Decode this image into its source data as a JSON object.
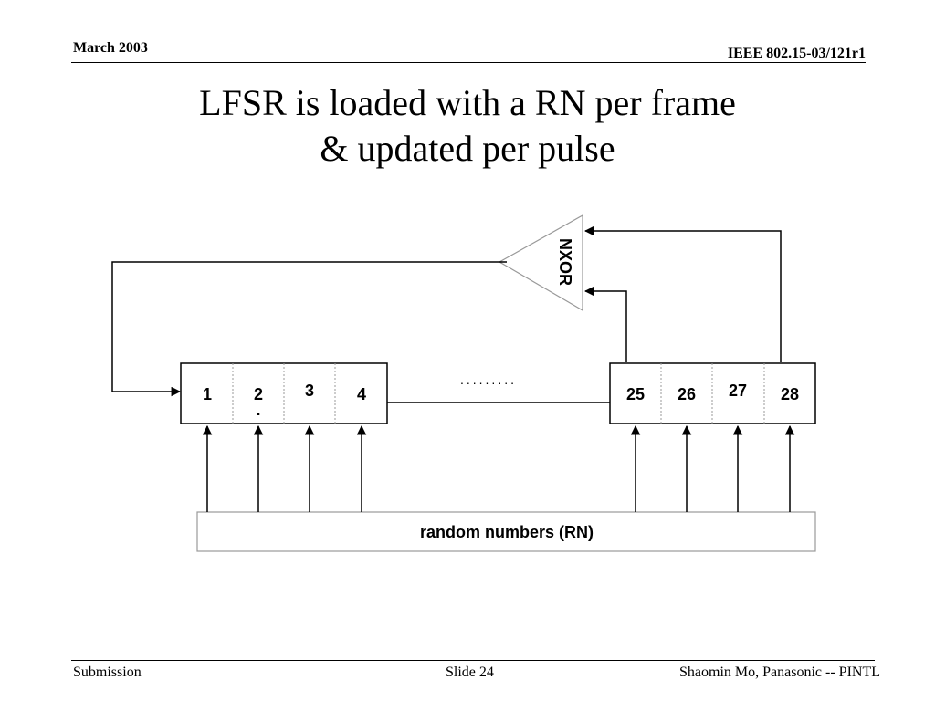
{
  "header": {
    "date": "March 2003",
    "doc_id": "IEEE 802.15-03/121r1"
  },
  "title": {
    "line1": "LFSR is loaded with a RN per frame",
    "line2": "& updated per pulse"
  },
  "diagram": {
    "left_register_cells": [
      "1",
      "2",
      "3",
      "4"
    ],
    "right_register_cells": [
      "25",
      "26",
      "27",
      "28"
    ],
    "ellipsis": ".........",
    "cell2_mark": ".",
    "gate_label": "NXOR",
    "rn_label": "random numbers (RN)"
  },
  "footer": {
    "left": "Submission",
    "center": "Slide 24",
    "right": "Shaomin Mo, Panasonic -- PINTL"
  }
}
